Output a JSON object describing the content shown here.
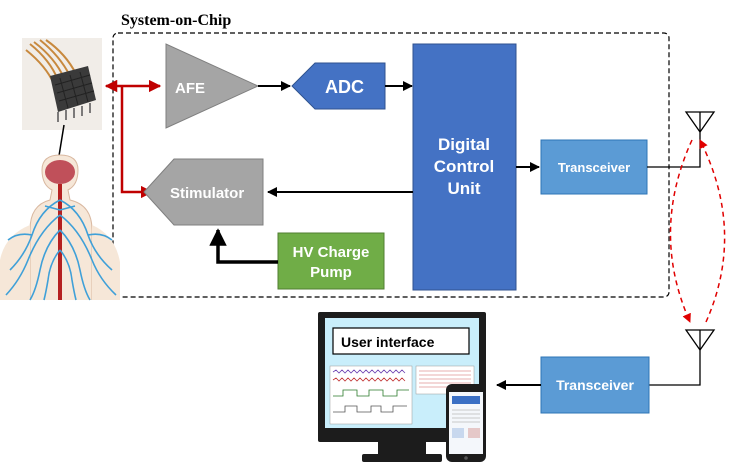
{
  "diagram": {
    "soc_title": "System-on-Chip",
    "blocks": {
      "afe": "AFE",
      "adc": "ADC",
      "stimulator": "Stimulator",
      "dcu": [
        "Digital",
        "Control",
        "Unit"
      ],
      "transceiver_top": "Transceiver",
      "transceiver_bottom": "Transceiver",
      "hv_pump": [
        "HV Charge",
        "Pump"
      ]
    },
    "monitor": {
      "ui_label": "User interface"
    },
    "icons": [
      "neural-probe-array-icon",
      "human-nervous-system-icon",
      "antenna-icon",
      "monitor-icon",
      "smartphone-icon"
    ],
    "colors": {
      "afe_fill": "#a5a5a5",
      "adc_fill": "#4472c4",
      "dcu_fill": "#4472c4",
      "transceiver_fill": "#5b9bd5",
      "hv_fill": "#70ad47",
      "screen_fill": "#c9eefb",
      "link_red": "#c00000",
      "wireless_red": "#e00000"
    }
  }
}
